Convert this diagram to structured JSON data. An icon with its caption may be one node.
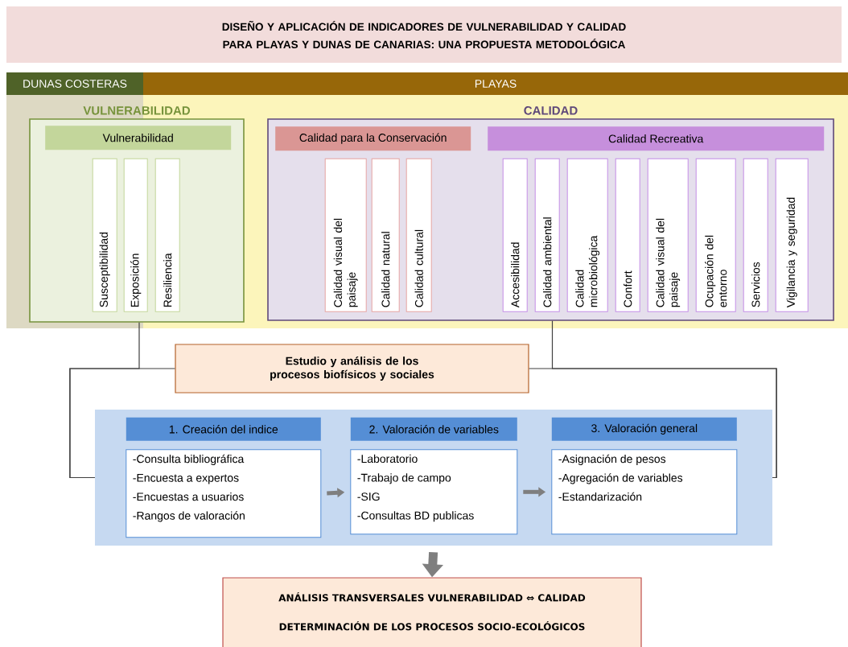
{
  "diagram": {
    "title": "DISEÑO Y APLICACIÓN DE INDICADORES DE VULNERABILIDAD Y CALIDAD PARA PLAYAS Y DUNAS DE CANARIAS: UNA PROPUESTA METODOLÓGICA",
    "nodes": [
      {
        "text": [
          "DUNAS COSTERAS"
        ]
      },
      {
        "text": [
          "PLAYAS"
        ]
      },
      {
        "text": [
          "VULNERABILIDAD"
        ]
      },
      {
        "text": [
          "Vulnerabilidad"
        ],
        "in": 2
      },
      {
        "text": [
          "Susceptibilidad"
        ],
        "in": 2
      },
      {
        "text": [
          "Exposición"
        ],
        "in": 2
      },
      {
        "text": [
          "Resiliencia"
        ],
        "in": 2
      },
      {
        "text": [
          "CALIDAD"
        ]
      },
      {
        "text": [
          "Calidad para la Conservación"
        ],
        "in": 7
      },
      {
        "text": [
          "Calidad visual del paisaje"
        ],
        "in": 7
      },
      {
        "text": [
          "Calidad natural"
        ],
        "in": 7
      },
      {
        "text": [
          "Calidad cultural"
        ],
        "in": 7
      },
      {
        "text": [
          "Calidad Recreativa"
        ],
        "in": 7
      },
      {
        "text": [
          "Accesibilidad"
        ],
        "in": 7
      },
      {
        "text": [
          "Calidad ambiental"
        ],
        "in": 7
      },
      {
        "text": [
          "Calidad microbiológica"
        ],
        "in": 7
      },
      {
        "text": [
          "Confort"
        ],
        "in": 7
      },
      {
        "text": [
          "Calidad visual del paisaje"
        ],
        "in": 7
      },
      {
        "text": [
          "Ocupación del entorno"
        ],
        "in": 7
      },
      {
        "text": [
          "Servicios"
        ],
        "in": 7
      },
      {
        "text": [
          "Vigilancia y seguridad"
        ],
        "in": 7
      },
      {
        "text": [
          "Estudio y análisis de los procesos biofísicos y sociales"
        ]
      },
      {
        "text": [],
        "shape": "box"
      },
      {
        "text": [
          "1. Creación del indice"
        ],
        "in": 22
      },
      {
        "text": [
          "-Consulta bibliográfica",
          "-Encuesta a expertos",
          "-Encuestas a usuarios",
          "-Rangos de valoración"
        ],
        "in": 22
      },
      {
        "text": [
          "2. Valoración de variables"
        ],
        "in": 22
      },
      {
        "text": [
          "-Laboratorio",
          "-Trabajo de campo",
          "-SIG",
          "-Consultas BD publicas"
        ],
        "in": 22
      },
      {
        "text": [
          "3. Valoración general"
        ],
        "in": 22
      },
      {
        "text": [
          "-Asignación de pesos",
          "-Agregación de variables",
          "-Estandarización"
        ],
        "in": 22
      },
      {
        "text": [
          "ANÁLISIS TRANSVERSALES VULNERABILIDAD ⇔ CALIDAD",
          "DETERMINACIÓN DE LOS PROCESOS SOCIO-ECOLÓGICOS"
        ]
      }
    ],
    "edges": [
      {
        "from": 2,
        "to": 22,
        "arrow": "none"
      },
      {
        "from": 21,
        "to": 22,
        "arrow": "none"
      },
      {
        "from": 7,
        "to": 22,
        "arrow": "none"
      },
      {
        "from": 21,
        "to": 22,
        "arrow": "none"
      },
      {
        "from": 24,
        "to": 26,
        "arrow": "to",
        "style": "thick",
        "color": "#7f7f7f"
      },
      {
        "from": 26,
        "to": 28,
        "arrow": "to",
        "style": "thick",
        "color": "#7f7f7f"
      },
      {
        "from": 22,
        "to": 29,
        "arrow": "to",
        "style": "thick",
        "color": "#7f7f7f"
      }
    ]
  }
}
